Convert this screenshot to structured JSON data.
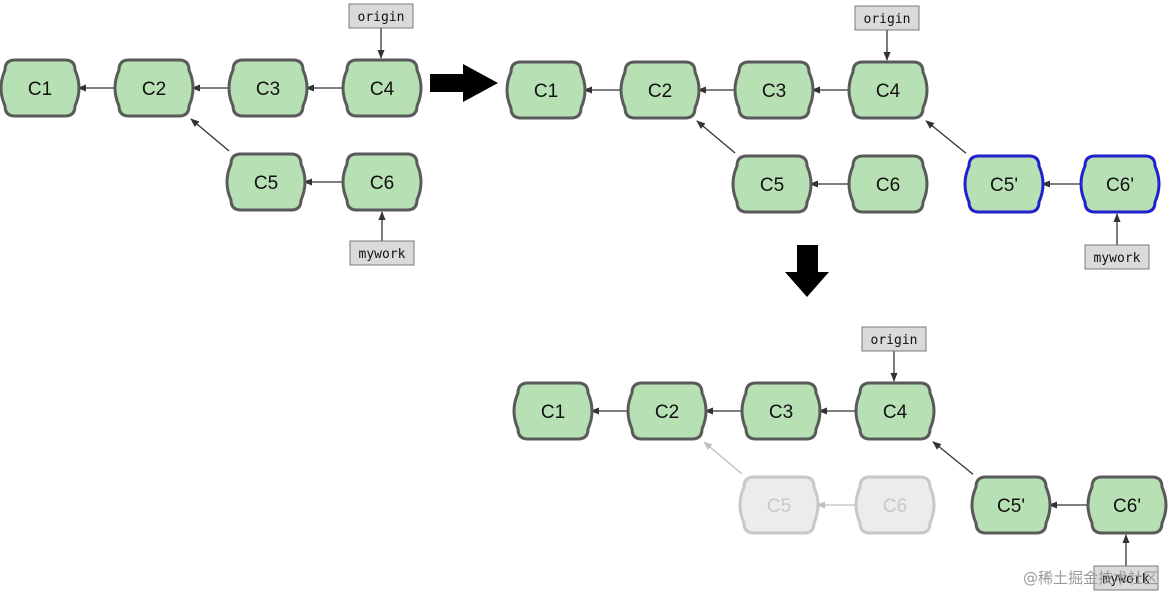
{
  "colors": {
    "node_fill": "#b7e1b5",
    "node_stroke": "#5a5a5a",
    "node_new_stroke": "#2222cc",
    "node_faded_fill": "#ececec",
    "node_faded_stroke": "#c8c8c8",
    "ref_fill": "#d9dbd9",
    "ref_stroke": "#7a7a7a",
    "edge": "#333333",
    "edge_faded": "#c0c0c0",
    "step_arrow": "#000000"
  },
  "panels": [
    {
      "name": "before-rebase",
      "commits": [
        {
          "id": "C1",
          "label": "C1"
        },
        {
          "id": "C2",
          "label": "C2"
        },
        {
          "id": "C3",
          "label": "C3"
        },
        {
          "id": "C4",
          "label": "C4"
        },
        {
          "id": "C5",
          "label": "C5"
        },
        {
          "id": "C6",
          "label": "C6"
        }
      ],
      "parents": [
        [
          "C2",
          "C1"
        ],
        [
          "C3",
          "C2"
        ],
        [
          "C4",
          "C3"
        ],
        [
          "C5",
          "C2"
        ],
        [
          "C6",
          "C5"
        ]
      ],
      "refs": [
        {
          "label": "origin",
          "target": "C4"
        },
        {
          "label": "mywork",
          "target": "C6"
        }
      ]
    },
    {
      "name": "after-rebase",
      "commits": [
        {
          "id": "C1",
          "label": "C1"
        },
        {
          "id": "C2",
          "label": "C2"
        },
        {
          "id": "C3",
          "label": "C3"
        },
        {
          "id": "C4",
          "label": "C4"
        },
        {
          "id": "C5",
          "label": "C5"
        },
        {
          "id": "C6",
          "label": "C6"
        },
        {
          "id": "C5p",
          "label": "C5'",
          "new": true
        },
        {
          "id": "C6p",
          "label": "C6'",
          "new": true
        }
      ],
      "parents": [
        [
          "C2",
          "C1"
        ],
        [
          "C3",
          "C2"
        ],
        [
          "C4",
          "C3"
        ],
        [
          "C5",
          "C2"
        ],
        [
          "C6",
          "C5"
        ],
        [
          "C5p",
          "C4"
        ],
        [
          "C6p",
          "C5p"
        ]
      ],
      "refs": [
        {
          "label": "origin",
          "target": "C4"
        },
        {
          "label": "mywork",
          "target": "C6p"
        }
      ]
    },
    {
      "name": "after-gc",
      "commits": [
        {
          "id": "C1",
          "label": "C1"
        },
        {
          "id": "C2",
          "label": "C2"
        },
        {
          "id": "C3",
          "label": "C3"
        },
        {
          "id": "C4",
          "label": "C4"
        },
        {
          "id": "C5",
          "label": "C5",
          "faded": true
        },
        {
          "id": "C6",
          "label": "C6",
          "faded": true
        },
        {
          "id": "C5p",
          "label": "C5'"
        },
        {
          "id": "C6p",
          "label": "C6'"
        }
      ],
      "parents": [
        [
          "C2",
          "C1"
        ],
        [
          "C3",
          "C2"
        ],
        [
          "C4",
          "C3"
        ],
        [
          "C5",
          "C2"
        ],
        [
          "C6",
          "C5"
        ],
        [
          "C5p",
          "C4"
        ],
        [
          "C6p",
          "C5p"
        ]
      ],
      "refs": [
        {
          "label": "origin",
          "target": "C4"
        },
        {
          "label": "mywork",
          "target": "C6p"
        }
      ]
    }
  ],
  "steps": [
    {
      "name": "step-arrow-right",
      "direction": "right"
    },
    {
      "name": "step-arrow-down",
      "direction": "down"
    }
  ],
  "watermark": "@稀土掘金技术社区"
}
